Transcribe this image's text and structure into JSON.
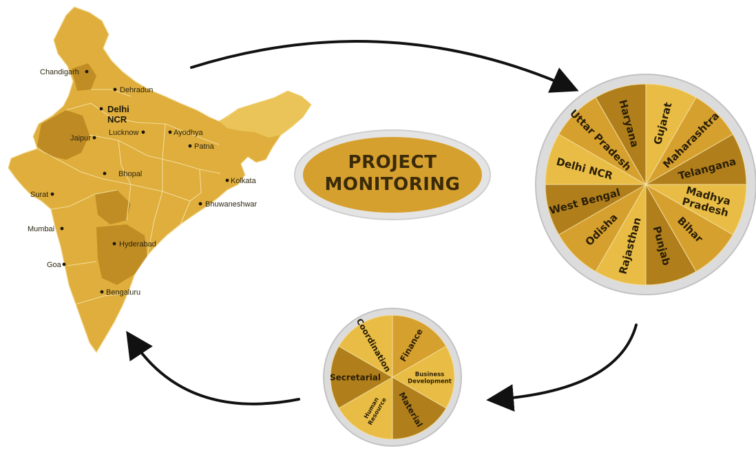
{
  "title": {
    "line1": "PROJECT",
    "line2": "MONITORING"
  },
  "colors": {
    "gold_light": "#e9bd45",
    "gold_mid": "#d6a02e",
    "gold_dark": "#b07f1c",
    "ring": "#c9c9c9",
    "arrow": "#111111",
    "map_base": "#dfae3c"
  },
  "map": {
    "cities": [
      {
        "id": "chandigarh",
        "label": "Chandigarh"
      },
      {
        "id": "dehradun",
        "label": "Dehradun"
      },
      {
        "id": "delhi-ncr",
        "label_line1": "Delhi",
        "label_line2": "NCR"
      },
      {
        "id": "jaipur",
        "label": "Jaipur"
      },
      {
        "id": "lucknow",
        "label": "Lucknow"
      },
      {
        "id": "ayodhya",
        "label": "Ayodhya"
      },
      {
        "id": "patna",
        "label": "Patna"
      },
      {
        "id": "kolkata",
        "label": "Kolkata"
      },
      {
        "id": "bhopal",
        "label": "Bhopal"
      },
      {
        "id": "surat",
        "label": "Surat"
      },
      {
        "id": "bhuwaneshwar",
        "label": "Bhuwaneshwar"
      },
      {
        "id": "mumbai",
        "label": "Mumbai"
      },
      {
        "id": "hyderabad",
        "label": "Hyderabad"
      },
      {
        "id": "goa",
        "label": "Goa"
      },
      {
        "id": "bengaluru",
        "label": "Bengaluru"
      }
    ]
  },
  "states_wheel": {
    "segments": [
      {
        "lines": [
          "Gujarat"
        ]
      },
      {
        "lines": [
          "Maharashtra"
        ]
      },
      {
        "lines": [
          "Telangana"
        ]
      },
      {
        "lines": [
          "Madhya",
          "Pradesh"
        ]
      },
      {
        "lines": [
          "Bihar"
        ]
      },
      {
        "lines": [
          "Punjab"
        ]
      },
      {
        "lines": [
          "Rajasthan"
        ]
      },
      {
        "lines": [
          "Odisha"
        ]
      },
      {
        "lines": [
          "West Bengal"
        ]
      },
      {
        "lines": [
          "Delhi NCR"
        ]
      },
      {
        "lines": [
          "Uttar Pradesh"
        ]
      },
      {
        "lines": [
          "Haryana"
        ]
      }
    ]
  },
  "departments_wheel": {
    "segments": [
      {
        "lines": [
          "Finance"
        ]
      },
      {
        "lines": [
          "Business",
          "Development"
        ]
      },
      {
        "lines": [
          "Material"
        ]
      },
      {
        "lines": [
          "Human",
          "Resource"
        ]
      },
      {
        "lines": [
          "Secretarial"
        ]
      },
      {
        "lines": [
          "Coordination"
        ]
      }
    ]
  }
}
